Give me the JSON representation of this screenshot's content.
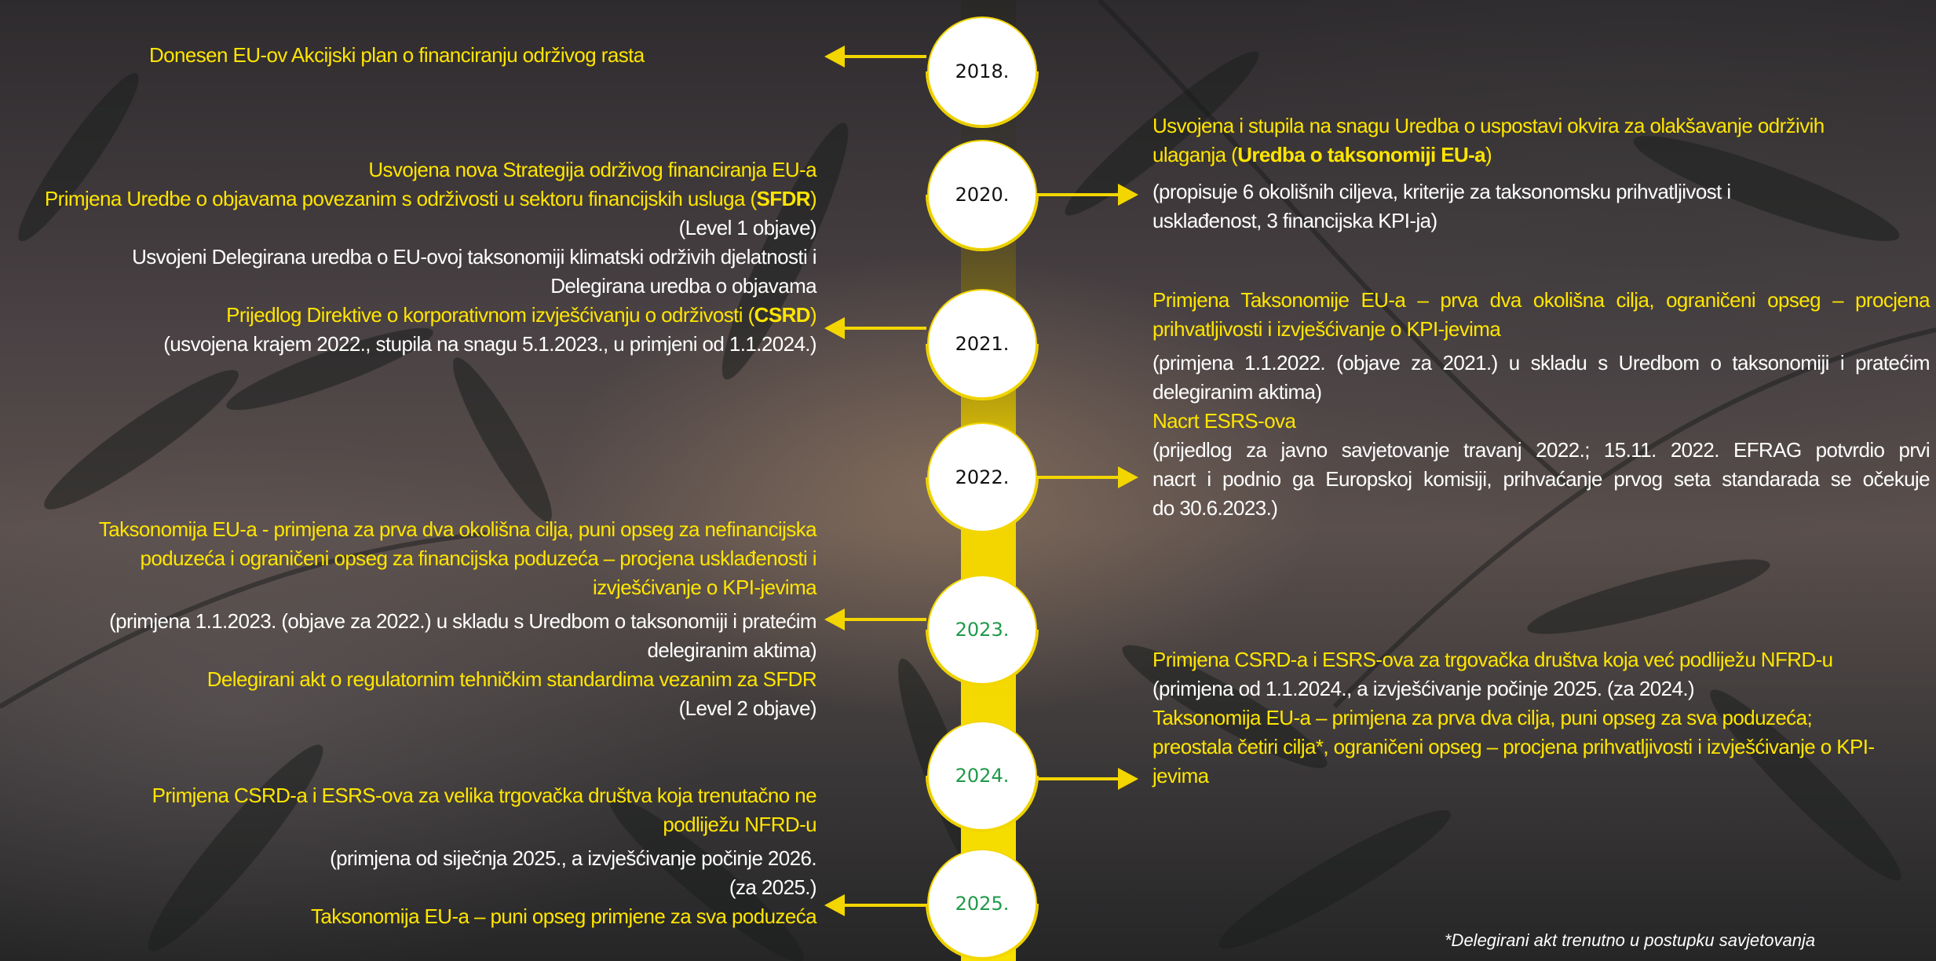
{
  "colors": {
    "accent": "#f3d600",
    "highlight_text": "#ffe500",
    "body_text": "#ffffff",
    "green_year": "#1f9a4a"
  },
  "timeline": {
    "years": [
      "2018.",
      "2020.",
      "2021.",
      "2022.",
      "2023.",
      "2024.",
      "2025."
    ]
  },
  "events": {
    "y2018_left": "Donesen EU-ov Akcijski plan o financiranju održivog rasta",
    "y2020_left": {
      "strategy": "Usvojena nova Strategija održivog financiranja EU-a",
      "sfdr_pre": "Primjena Uredbe o objavama povezanim s održivosti u sektoru financijskih usluga (",
      "sfdr_bold": "SFDR",
      "sfdr_post": ")",
      "level1": "(Level 1 objave)",
      "delegated_1": "Usvojeni Delegirana uredba o EU-ovoj taksonomiji klimatski održivih djelatnosti i",
      "delegated_2": "Delegirana uredba o objavama",
      "csrd_pre": "Prijedlog Direktive o korporativnom izvješćivanju o održivosti (",
      "csrd_bold": "CSRD",
      "csrd_post": ")",
      "csrd_note": "(usvojena krajem 2022., stupila na snagu 5.1.2023., u primjeni od 1.1.2024.)"
    },
    "y2020_right": {
      "head_1": "Usvojena i stupila na snagu Uredba o uspostavi okvira za olakšavanje održivih",
      "head_2_pre": "ulaganja (",
      "head_2_bold": "Uredba o taksonomiji EU-a",
      "head_2_post": ")",
      "note_1": "(propisuje 6 okolišnih ciljeva, kriterije za taksonomsku prihvatljivost i",
      "note_2": "usklađenost, 3 financijska KPI-ja)"
    },
    "y2022_right": {
      "tax_1": "Primjena Taksonomije EU-a – prva dva okolišna cilja, ograničeni opseg – procjena",
      "tax_2": "prihvatljivosti i izvješćivanje o KPI-jevima",
      "tax_note_1": "(primjena 1.1.2022. (objave za 2021.) u skladu s Uredbom o taksonomiji i pratećim",
      "tax_note_2": "delegiranim aktima)",
      "esrs": "Nacrt ESRS-ova",
      "esrs_note_1": "(prijedlog za javno savjetovanje travanj 2022.; 15.11. 2022. EFRAG potvrdio prvi",
      "esrs_note_2": "nacrt i podnio ga Europskoj komisiji, prihvaćanje prvog seta standarada se očekuje",
      "esrs_note_3": "do 30.6.2023.)"
    },
    "y2023_left": {
      "tax_1": "Taksonomija EU-a - primjena za prva dva okolišna cilja, puni opseg za nefinancijska",
      "tax_2": "poduzeća i ograničeni opseg za financijska poduzeća – procjena usklađenosti i",
      "tax_3": "izvješćivanje o KPI-jevima",
      "tax_note_1": "(primjena 1.1.2023. (objave za 2022.) u skladu s Uredbom o taksonomiji i pratećim",
      "tax_note_2": "delegiranim aktima)",
      "rts": "Delegirani akt o regulatornim tehničkim standardima vezanim za SFDR",
      "level2": "(Level 2 objave)"
    },
    "y2024_right": {
      "csrd": "Primjena CSRD-a i ESRS-ova za trgovačka društva koja već podliježu NFRD-u",
      "csrd_note": "(primjena od 1.1.2024., a izvješćivanje počinje 2025. (za 2024.)",
      "tax_1": "Taksonomija EU-a – primjena za prva dva cilja, puni opseg za sva poduzeća;",
      "tax_2": "preostala četiri cilja*, ograničeni opseg – procjena prihvatljivosti i izvješćivanje o KPI-",
      "tax_3": "jevima"
    },
    "y2025_left": {
      "csrd_1": "Primjena CSRD-a i ESRS-ova za velika trgovačka društva koja trenutačno ne",
      "csrd_2": "podliježu NFRD-u",
      "note_1": "(primjena od siječnja 2025., a izvješćivanje počinje 2026.",
      "note_2": "(za 2025.)",
      "tax": "Taksonomija EU-a – puni opseg primjene za sva poduzeća"
    }
  },
  "footnote": "*Delegirani akt trenutno u postupku savjetovanja"
}
